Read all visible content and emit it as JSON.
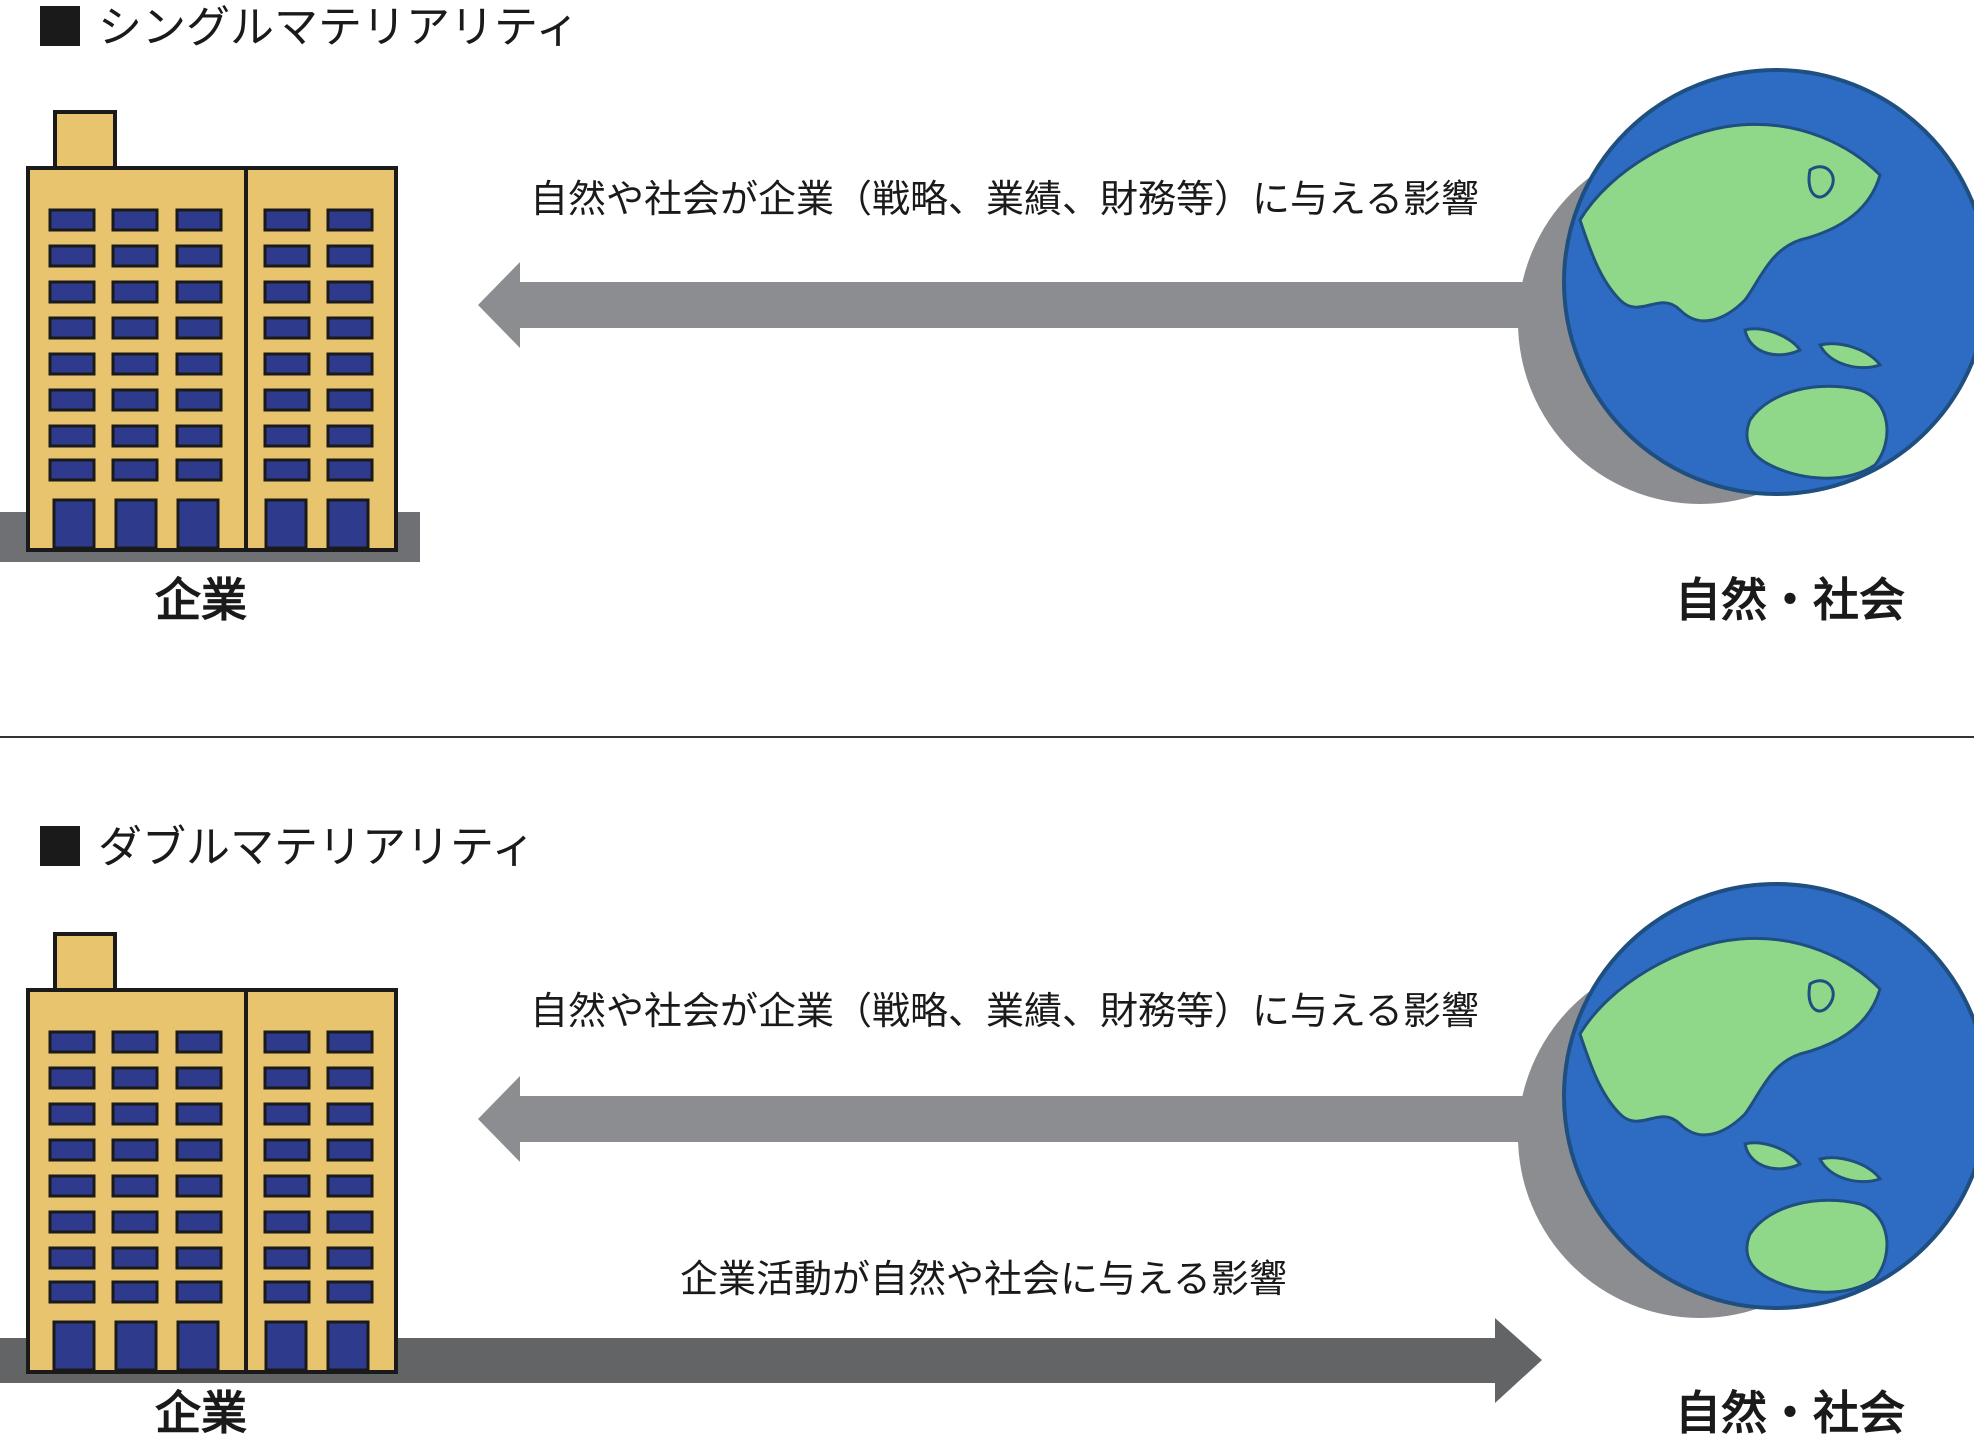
{
  "sections": [
    {
      "heading": "シングルマテリアリティ",
      "arrow_top_label": "自然や社会が企業（戦略、業績、財務等）に与える影響",
      "company_label": "企業",
      "nature_label": "自然・社会"
    },
    {
      "heading": "ダブルマテリアリティ",
      "arrow_top_label": "自然や社会が企業（戦略、業績、財務等）に与える影響",
      "arrow_bottom_label": "企業活動が自然や社会に与える影響",
      "company_label": "企業",
      "nature_label": "自然・社会"
    }
  ],
  "colors": {
    "building": "#e8c46f",
    "window": "#2e3a8c",
    "outline": "#1a1a1a",
    "arrow_light": "#8c8d90",
    "arrow_dark": "#636466",
    "ground_shadow": "#6f7073",
    "ocean": "#2e6cc4",
    "land": "#8fd88a"
  },
  "icons": [
    "building-icon",
    "globe-icon",
    "arrow-left-icon",
    "arrow-right-icon",
    "square-bullet-icon"
  ]
}
